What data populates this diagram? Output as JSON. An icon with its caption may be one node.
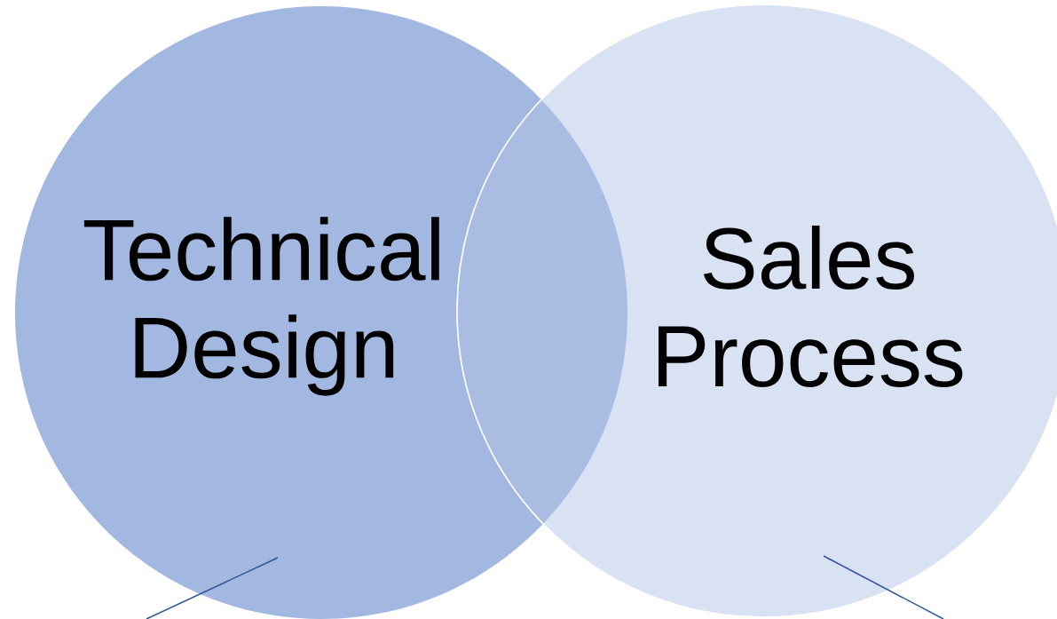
{
  "diagram": {
    "nodes": [
      {
        "text": [
          "Technical Design"
        ]
      },
      {
        "text": [
          "Sales Process"
        ]
      }
    ],
    "edges": [
      {
        "from": null,
        "to": 0,
        "arrow": "none"
      },
      {
        "from": null,
        "to": 1,
        "arrow": "none"
      }
    ]
  }
}
